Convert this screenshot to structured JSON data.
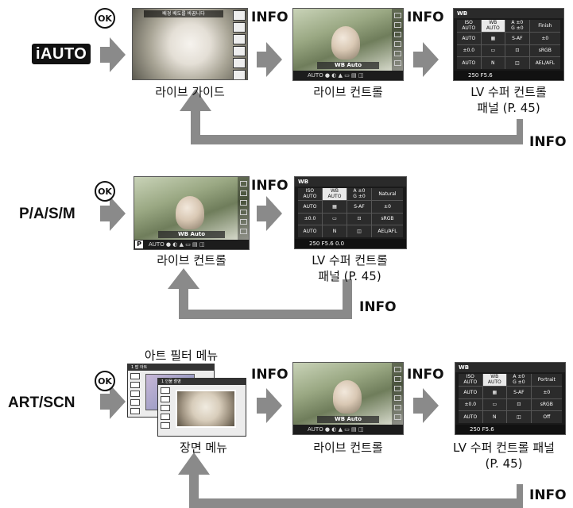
{
  "row1": {
    "mode": "iAUTO",
    "ok": "OK",
    "info1": "INFO",
    "info2": "INFO",
    "info_return": "INFO",
    "screen1_banner": "배경 배도를 바꿉니다",
    "caption1": "라이브 가이드",
    "caption2": "라이브 컨트롤",
    "caption3_line1": "LV 수퍼 컨트롤",
    "caption3_line2": "패널 (P. 45)"
  },
  "row2": {
    "mode": "P/A/S/M",
    "ok": "OK",
    "info1": "INFO",
    "info_return": "INFO",
    "caption1": "라이브 컨트롤",
    "caption2_line1": "LV 수퍼 컨트롤",
    "caption2_line2": "패널 (P. 45)"
  },
  "row3": {
    "mode": "ART/SCN",
    "ok": "OK",
    "info1": "INFO",
    "info2": "INFO",
    "info_return": "INFO",
    "top_caption": "아트 필터 메뉴",
    "caption1": "장면 메뉴",
    "caption2": "라이브 컨트롤",
    "caption3_line1": "LV 수퍼 컨트롤 패널",
    "caption3_line2": "(P. 45)"
  },
  "screen_text": {
    "wb_auto": "WB Auto",
    "lc_bar": "AUTO  ●  ◐  ▲  ▭  ▤  ◫",
    "panel_header": "WB",
    "finish": "Finish",
    "natural": "Natural",
    "portrait": "Portrait",
    "iso": "ISO\nAUTO",
    "wb": "WB\nAUTO",
    "ab": "A ±0\nG ±0",
    "saf": "S-AF",
    "srgb": "sRGB",
    "aelafl": "AEL/AFL",
    "off": "Off",
    "foot1": "250  F5.6",
    "foot2": "250  F5.6  0.0",
    "foot3": "250  F5.6",
    "p_label": "P",
    "art_menu_title": "팝 아트",
    "scn_menu_title": "인물 촬영",
    "tab_num": "1"
  },
  "colors": {
    "arrow": "#8a8a8a",
    "text": "#111111"
  }
}
